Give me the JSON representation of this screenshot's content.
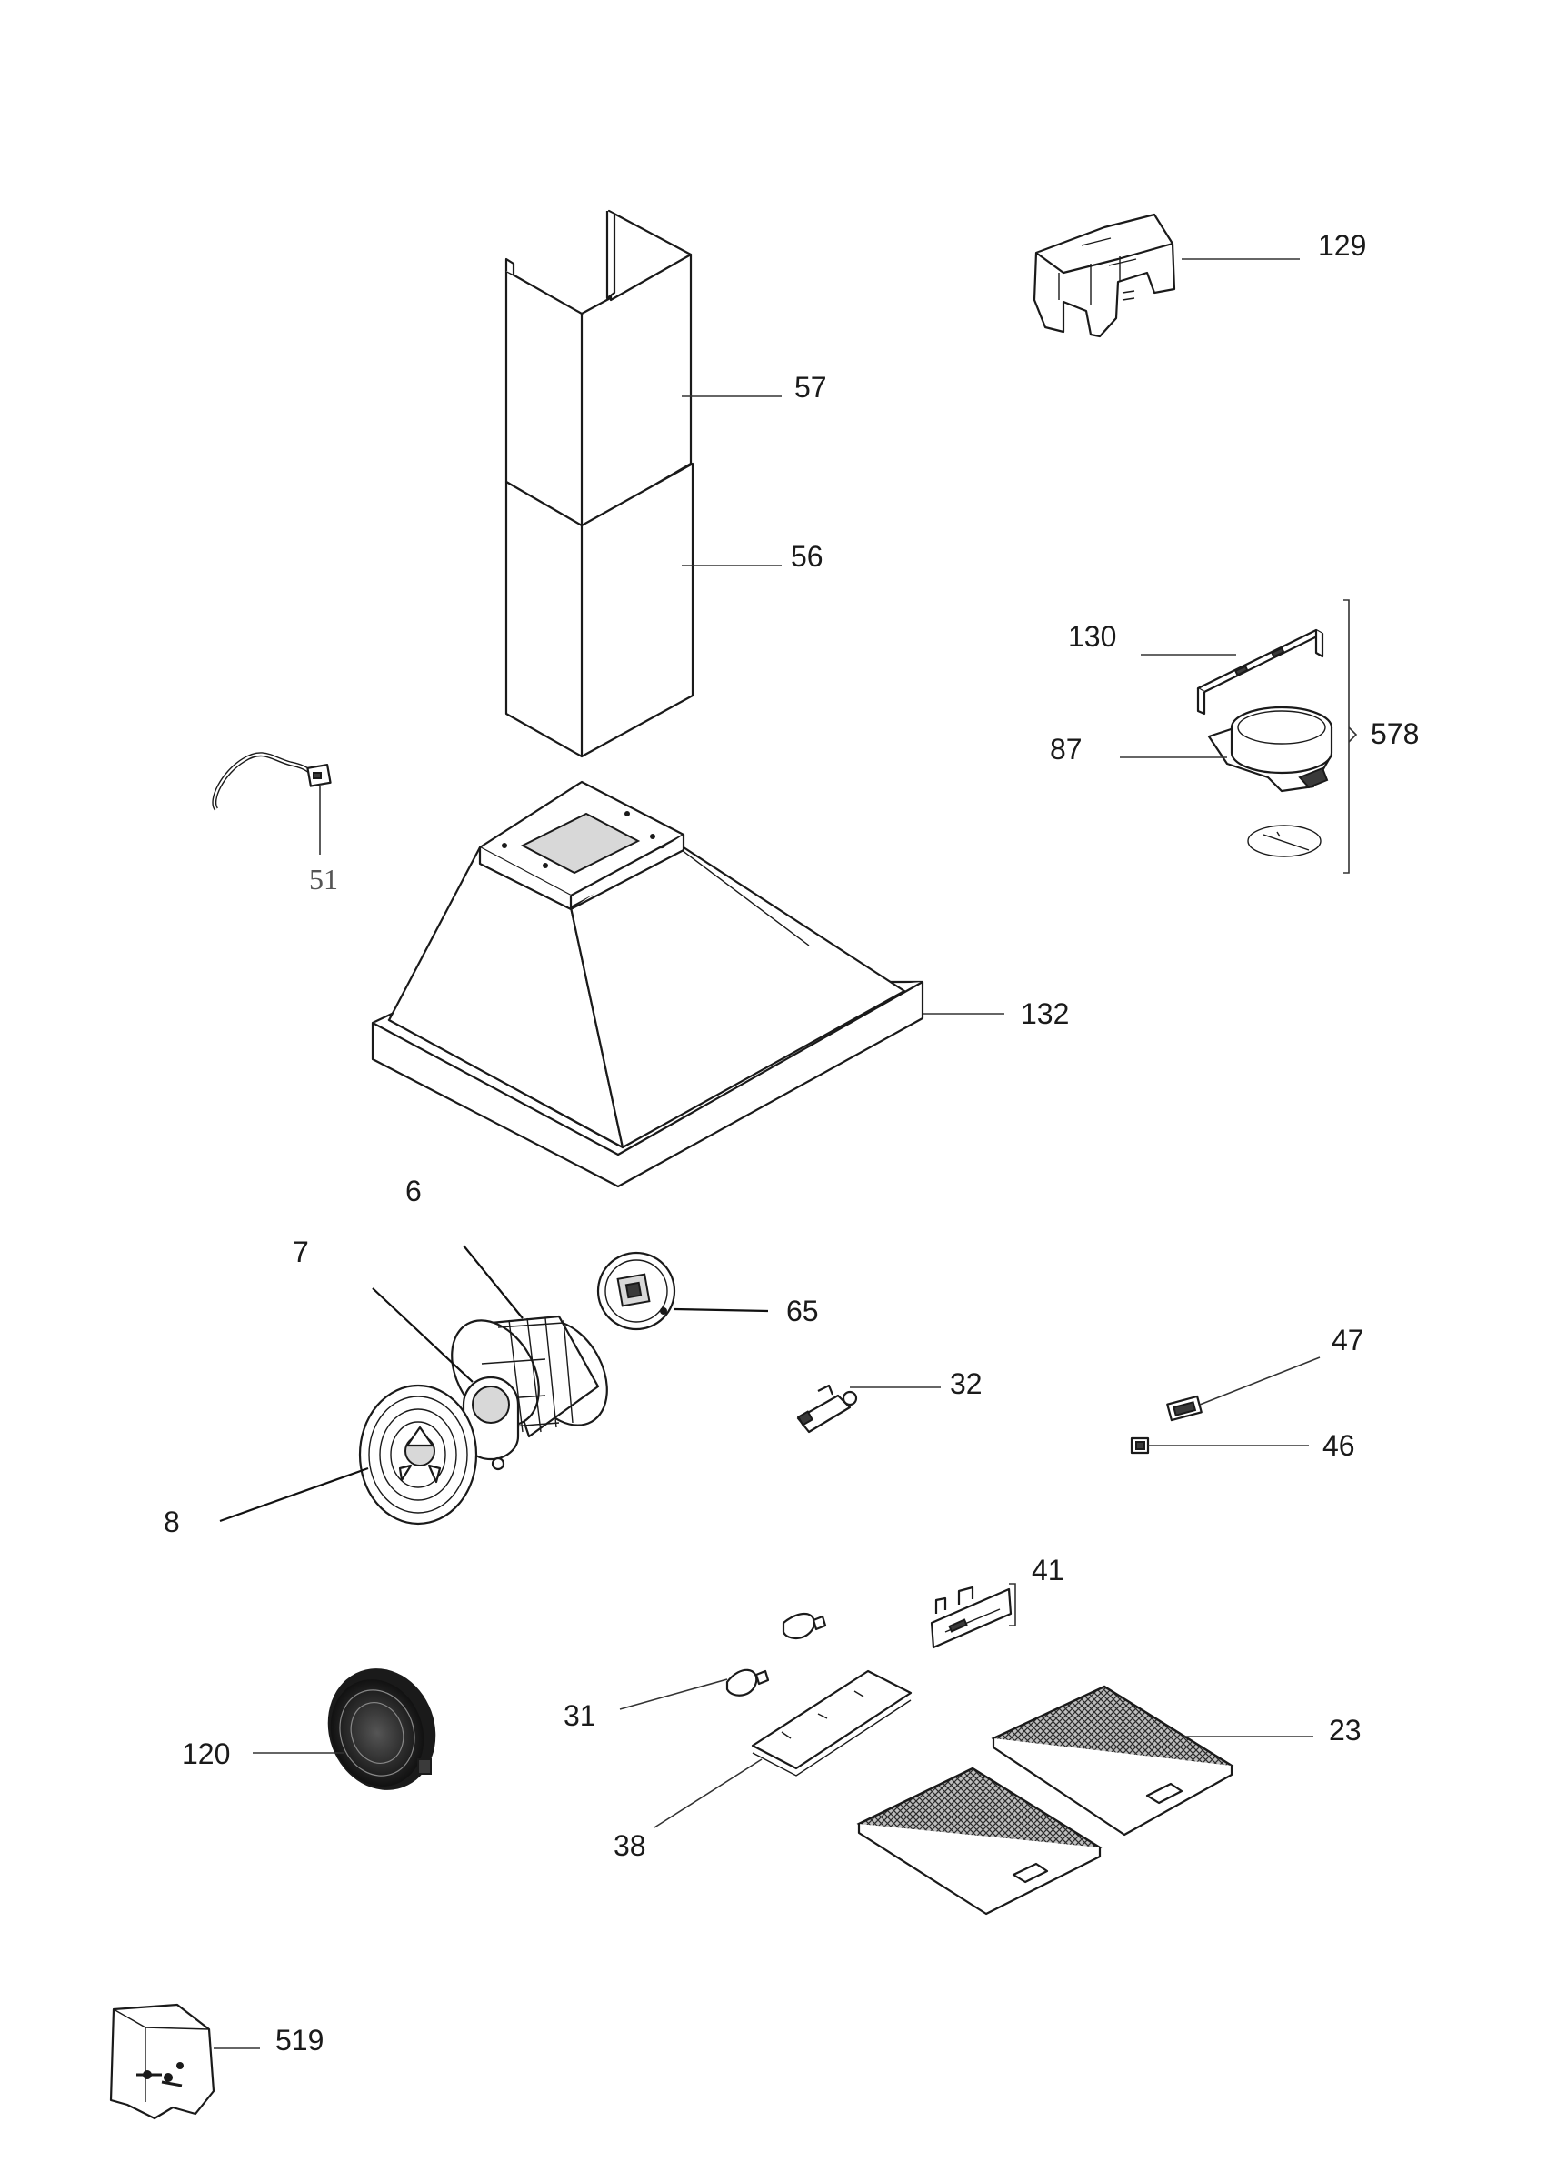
{
  "callouts": {
    "p129": "129",
    "p57": "57",
    "p56": "56",
    "p130": "130",
    "p87": "87",
    "p578": "578",
    "p51": "51",
    "p132": "132",
    "p6": "6",
    "p7": "7",
    "p65": "65",
    "p32": "32",
    "p47": "47",
    "p46": "46",
    "p8": "8",
    "p41": "41",
    "p31": "31",
    "p120": "120",
    "p23": "23",
    "p38": "38",
    "p519": "519"
  }
}
